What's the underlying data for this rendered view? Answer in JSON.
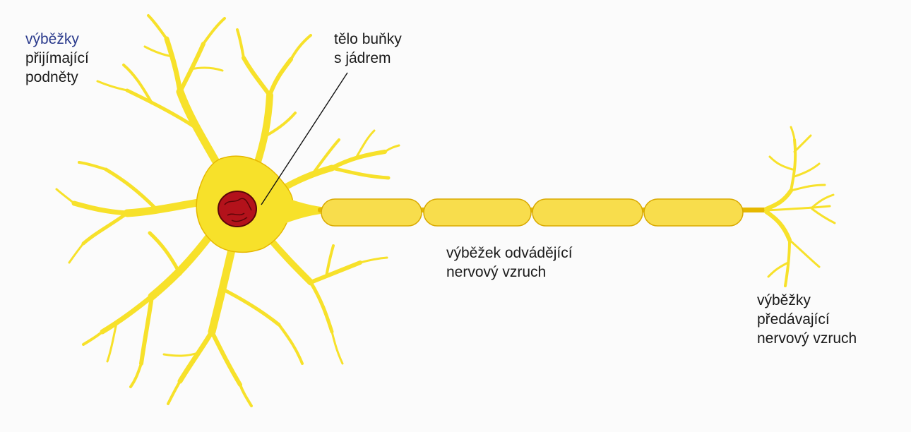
{
  "colors": {
    "background": "#fbfbfb",
    "neuron_fill": "#f7e12a",
    "neuron_edge": "#e6b800",
    "myelin_fill": "#f8dd4c",
    "myelin_edge": "#d9a900",
    "nucleus_fill": "#b3121b",
    "nucleus_edge": "#5a0508",
    "label_text": "#1a1a1a",
    "accent_label": "#2a3a8c",
    "leader_line": "#111111"
  },
  "labels": {
    "dendrites": [
      "výběžky",
      "přijímající",
      "podněty"
    ],
    "cell_body": [
      "tělo buňky",
      "s jádrem"
    ],
    "axon": [
      "výběžek odvádějící",
      "nervový vzruch"
    ],
    "axon_terminals": [
      "výběžky",
      "předávající",
      "nervový vzruch"
    ]
  },
  "diagram": {
    "structure": "neuron",
    "myelin_segment_count": 4,
    "nucleus_icon": "nucleus-icon"
  }
}
